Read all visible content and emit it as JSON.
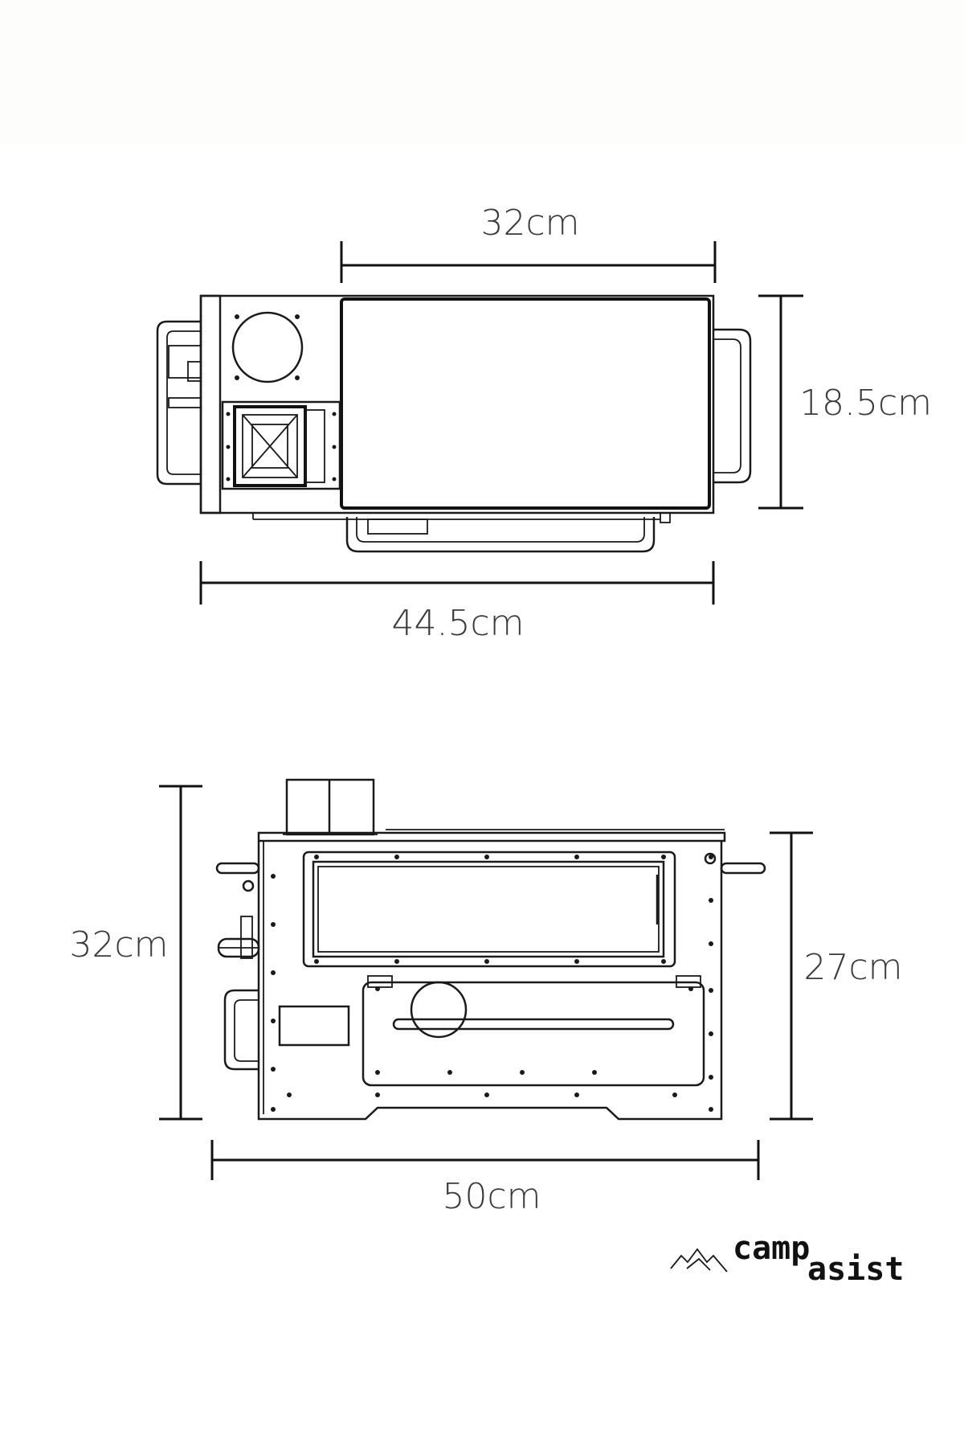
{
  "top_view": {
    "width_inner": "32cm",
    "depth": "18.5cm",
    "width_total": "44.5cm"
  },
  "side_view": {
    "height_total": "32cm",
    "height_body": "27cm",
    "width_total": "50cm"
  },
  "logo": {
    "word1": "camp",
    "word2": "asist",
    "icon": "mountain-icon"
  }
}
